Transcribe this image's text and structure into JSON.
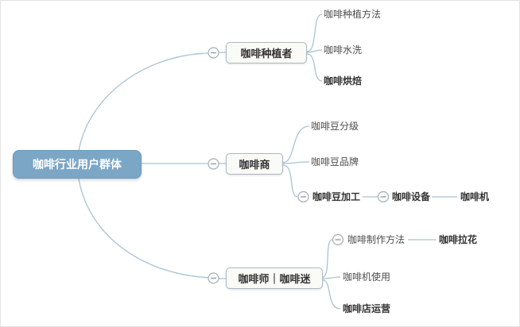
{
  "diagram": {
    "type": "mindmap",
    "root": {
      "label": "咖啡行业用户群体"
    },
    "branches": [
      {
        "label": "咖啡种植者",
        "children": [
          {
            "label": "咖啡种植方法",
            "bold": false
          },
          {
            "label": "咖啡水洗",
            "bold": false
          },
          {
            "label": "咖啡烘焙",
            "bold": true
          }
        ]
      },
      {
        "label": "咖啡商",
        "children": [
          {
            "label": "咖啡豆分级",
            "bold": false
          },
          {
            "label": "咖啡豆品牌",
            "bold": false
          },
          {
            "label": "咖啡豆加工",
            "bold": true,
            "children": [
              {
                "label": "咖啡设备",
                "bold": true,
                "children": [
                  {
                    "label": "咖啡机",
                    "bold": true
                  }
                ]
              }
            ]
          }
        ]
      },
      {
        "label": "咖啡师｜咖啡迷",
        "children": [
          {
            "label": "咖啡制作方法",
            "bold": false,
            "children": [
              {
                "label": "咖啡拉花",
                "bold": true
              }
            ]
          },
          {
            "label": "咖啡机使用",
            "bold": false
          },
          {
            "label": "咖啡店运营",
            "bold": true
          }
        ]
      }
    ]
  },
  "colors": {
    "root_bg": "#7BA6C6",
    "root_text": "#FFFFFF",
    "branch_bg": "#FAFAF7",
    "branch_border": "#A9BAC6",
    "connector": "#A9C3D4",
    "collapse_icon_stroke": "#A5AFB6",
    "leaf_text": "#4D4D4D",
    "leaf_text_bold": "#333333"
  }
}
